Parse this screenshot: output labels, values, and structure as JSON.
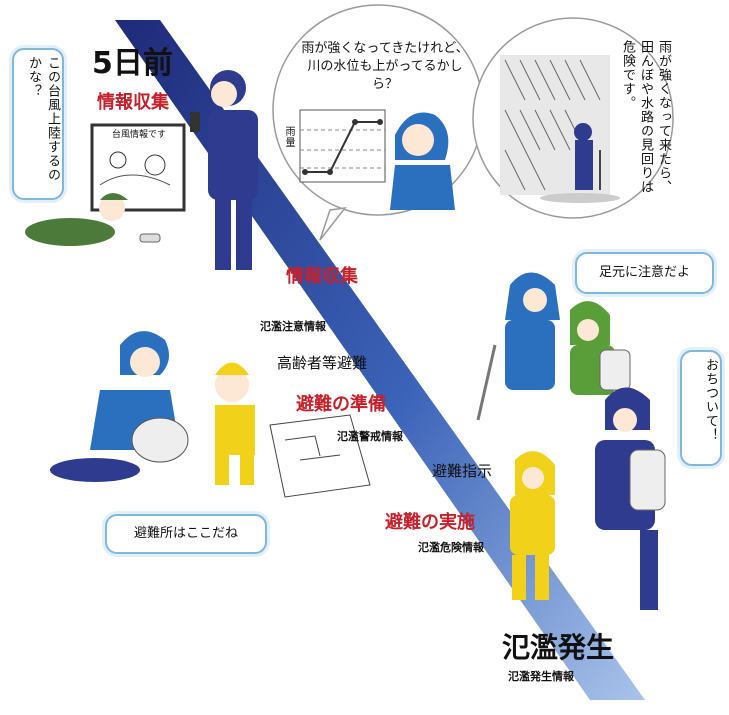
{
  "timeline": {
    "start_label": "5日前",
    "end_label": "氾濫発生",
    "end_sublabel": "氾濫発生情報"
  },
  "stages": {
    "info_gathering_top": "情報収集",
    "info_gathering_mid": "情報収集",
    "prepare": "避難の準備",
    "execute": "避難の実施"
  },
  "alerts": {
    "caution": "氾濫注意情報",
    "elderly_evacuation": "高齢者等避難",
    "warning": "氾濫警戒情報",
    "evacuation_order": "避難指示",
    "danger": "氾濫危険情報"
  },
  "speech": {
    "typhoon": "この台風上陸するのかな？",
    "rain_river": "雨が強くなってきたけれど、川の水位も上がってるかしら？",
    "danger_patrol": "雨が強くなって来たら、田んぼや水路の見回りは危険です。",
    "watch_step": "足元に注意だよ",
    "calm_down": "おちついて！",
    "shelter_here": "避難所はここだね"
  },
  "tv_caption": "台風情報です",
  "graph_axis": "雨量",
  "colors": {
    "band_dark": "#2f3b8f",
    "band_light": "#9ab6e4",
    "stage_red": "#c8202a",
    "bubble_border": "#7fb7df"
  }
}
